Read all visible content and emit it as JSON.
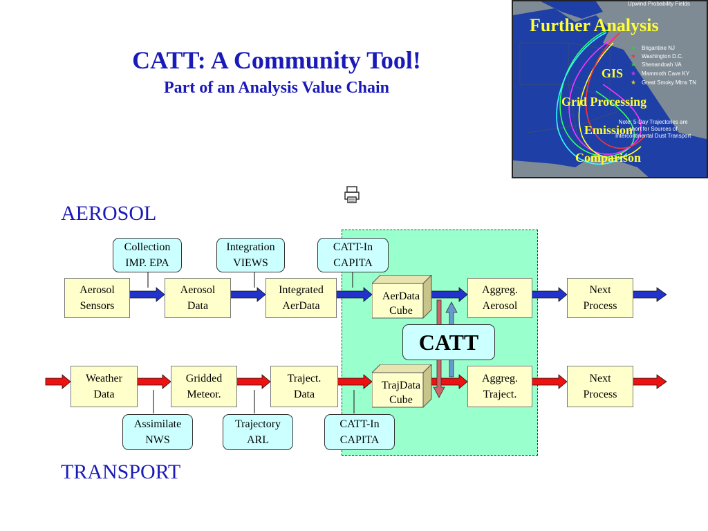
{
  "title": "CATT: A Community Tool!",
  "subtitle": "Part of an Analysis Value Chain",
  "sections": {
    "aerosol": "AEROSOL",
    "transport": "TRANSPORT"
  },
  "catt_label": "CATT",
  "aerosol_row": {
    "boxes": [
      "Aerosol\nSensors",
      "Aerosol\nData",
      "Integrated\nAerData",
      "Aggreg.\nAerosol",
      "Next\nProcess"
    ],
    "cube": "AerData\nCube",
    "callouts": [
      "Collection\nIMP. EPA",
      "Integration\nVIEWS",
      "CATT-In\nCAPITA"
    ]
  },
  "transport_row": {
    "boxes": [
      "Weather\nData",
      "Gridded\nMeteor.",
      "Traject.\nData",
      "Aggreg.\nTraject.",
      "Next\nProcess"
    ],
    "cube": "TrajData\nCube",
    "callouts": [
      "Assimilate\nNWS",
      "Trajectory\nARL",
      "CATT-In\nCAPITA"
    ]
  },
  "map": {
    "header": "Upwind Probability Fields",
    "overlay_labels": [
      "Further Analysis",
      "GIS",
      "Grid Processing",
      "Emission",
      "Comparison"
    ],
    "legend": [
      {
        "name": "Brigantine NJ",
        "color": "#33cc33"
      },
      {
        "name": "Washington D.C.",
        "color": "#ff3333"
      },
      {
        "name": "Shenandoah VA",
        "color": "#33cc33"
      },
      {
        "name": "Mammoth Cave KY",
        "color": "#cc33ff"
      },
      {
        "name": "Great Smoky Mtns TN",
        "color": "#ffcc00"
      }
    ],
    "note": "Note: 5-Day Trajectories are\nshort for Sources of\nIntercontinental Dust Transport"
  },
  "colors": {
    "aerosol_arrow": "#2233cc",
    "transport_arrow": "#ee1111",
    "title": "#1a1ab8"
  }
}
